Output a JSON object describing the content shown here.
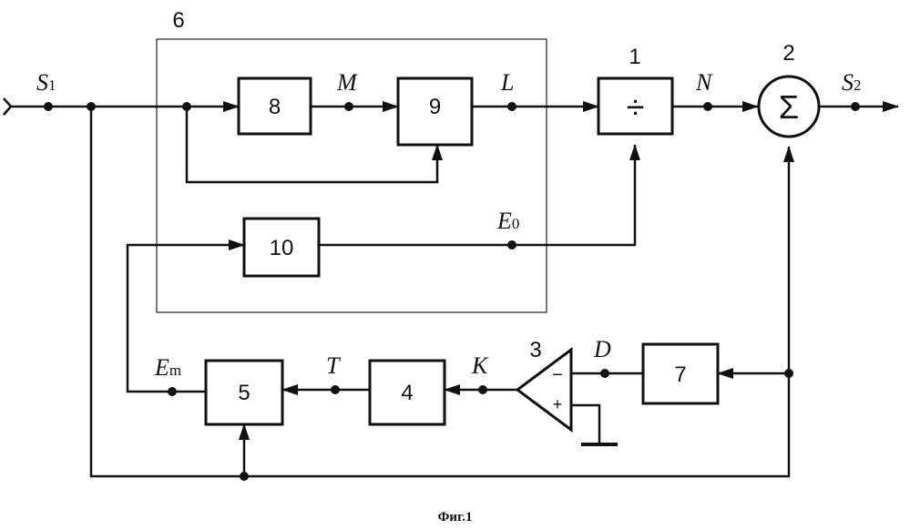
{
  "blocks": {
    "b1": "÷",
    "b2": "Σ",
    "b3_minus": "−",
    "b3_plus": "+",
    "b4": "4",
    "b5": "5",
    "b7": "7",
    "b8": "8",
    "b9": "9",
    "b10": "10"
  },
  "numbers": {
    "n1": "1",
    "n2": "2",
    "n3": "3",
    "n6": "6"
  },
  "signals": {
    "s1": "S",
    "s1_sub": "1",
    "s2": "S",
    "s2_sub": "2",
    "m": "M",
    "l": "L",
    "n": "N",
    "e0": "E",
    "e0_sub": "0",
    "em": "E",
    "em_sub": "m",
    "t": "T",
    "k": "K",
    "d": "D"
  },
  "caption": "Фиг.1"
}
